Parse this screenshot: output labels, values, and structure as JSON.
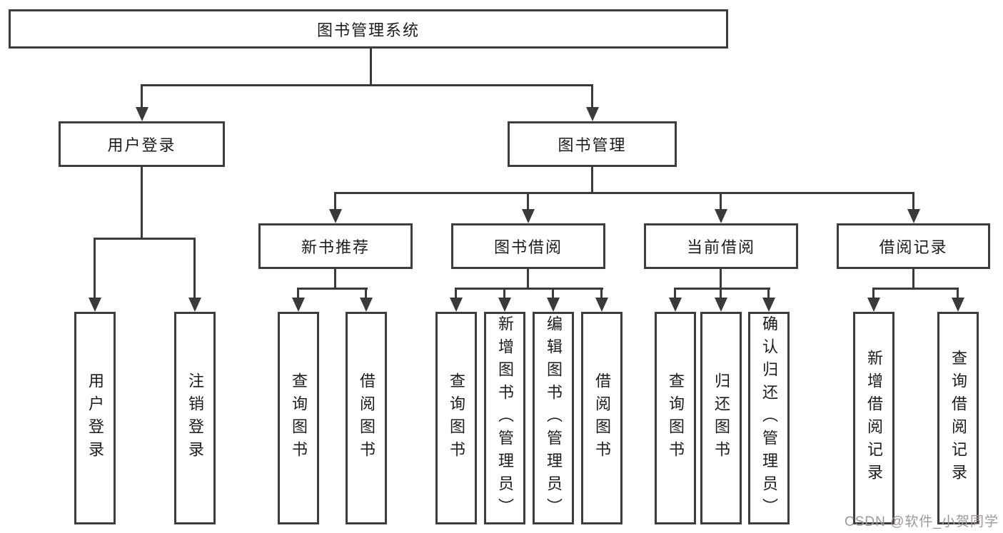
{
  "diagram": {
    "root": {
      "label": "图书管理系统"
    },
    "level2": {
      "user_login": {
        "label": "用户登录"
      },
      "book_management": {
        "label": "图书管理"
      }
    },
    "level3": {
      "new_book_recommend": {
        "label": "新书推荐"
      },
      "book_borrow": {
        "label": "图书借阅"
      },
      "current_borrow": {
        "label": "当前借阅"
      },
      "borrow_record": {
        "label": "借阅记录"
      }
    },
    "leaves": {
      "user_login": [
        "用户登录",
        "注销登录"
      ],
      "new_book_recommend": [
        "查询图书",
        "借阅图书"
      ],
      "book_borrow": [
        "查询图书",
        "新增图书（管理员）",
        "编辑图书（管理员）",
        "借阅图书"
      ],
      "current_borrow": [
        "查询图书",
        "归还图书",
        "确认归还（管理员）"
      ],
      "borrow_record": [
        "新增借阅记录",
        "查询借阅记录"
      ]
    },
    "colors": {
      "line": "#3a3a3a",
      "border": "#3d3d3d",
      "text": "#1c1c1c",
      "watermark": "#a09698",
      "background": "#ffffff"
    }
  },
  "watermark": {
    "text": "CSDN @软件_小贺同学"
  }
}
